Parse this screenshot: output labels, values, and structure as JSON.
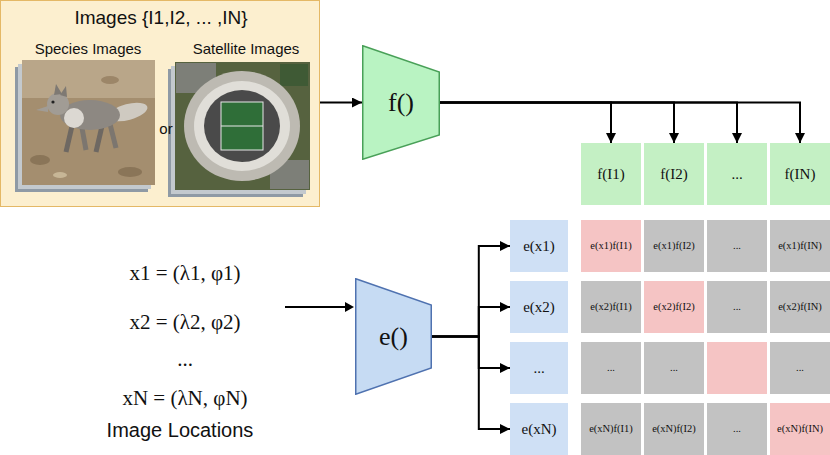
{
  "diagram": {
    "nodes": [
      {
        "text": [
          "Images {I1,I2, ... ,IN}",
          "Species Images",
          "Satellite Images",
          "or"
        ]
      },
      {
        "text": [
          "f()"
        ]
      },
      {
        "text": [
          "f(I1)"
        ]
      },
      {
        "text": [
          "f(I2)"
        ]
      },
      {
        "text": [
          "..."
        ]
      },
      {
        "text": [
          "f(IN)"
        ]
      },
      {
        "text": [
          "e()"
        ]
      },
      {
        "text": [
          "e(x1)"
        ]
      },
      {
        "text": [
          "e(x2)"
        ]
      },
      {
        "text": [
          "..."
        ]
      },
      {
        "text": [
          "e(xN)"
        ]
      },
      {
        "text": [
          "e(x1)f(I1)"
        ]
      },
      {
        "text": [
          "e(x1)f(I2)"
        ]
      },
      {
        "text": [
          "..."
        ]
      },
      {
        "text": [
          "e(x1)f(IN)"
        ]
      },
      {
        "text": [
          "e(x2)f(I1)"
        ]
      },
      {
        "text": [
          "e(x2)f(I2)"
        ]
      },
      {
        "text": [
          "..."
        ]
      },
      {
        "text": [
          "e(x2)f(IN)"
        ]
      },
      {
        "text": [
          "..."
        ]
      },
      {
        "text": [
          "..."
        ]
      },
      {
        "text": [
          "..."
        ]
      },
      {
        "text": [
          "e(xN)f(I1)"
        ]
      },
      {
        "text": [
          "e(xN)f(I2)"
        ]
      },
      {
        "text": [
          "..."
        ]
      },
      {
        "text": [
          "e(xN)f(IN)"
        ]
      }
    ],
    "edges": [
      {
        "from": 0,
        "to": 1,
        "arrow": "to"
      },
      {
        "from": 1,
        "to": 2,
        "arrow": "to"
      },
      {
        "from": 1,
        "to": 3,
        "arrow": "to"
      },
      {
        "from": 1,
        "to": 4,
        "arrow": "to"
      },
      {
        "from": 1,
        "to": 5,
        "arrow": "to"
      },
      {
        "from": 6,
        "to": 7,
        "arrow": "to"
      },
      {
        "from": 6,
        "to": 8,
        "arrow": "to"
      },
      {
        "from": 6,
        "to": 9,
        "arrow": "to"
      },
      {
        "from": 6,
        "to": 10,
        "arrow": "to"
      }
    ],
    "labels": [
      "x1 = (λ1, φ1)",
      "x2 = (λ2, φ2)",
      "...",
      "xN = (λN, φN)",
      "Image Locations"
    ]
  }
}
